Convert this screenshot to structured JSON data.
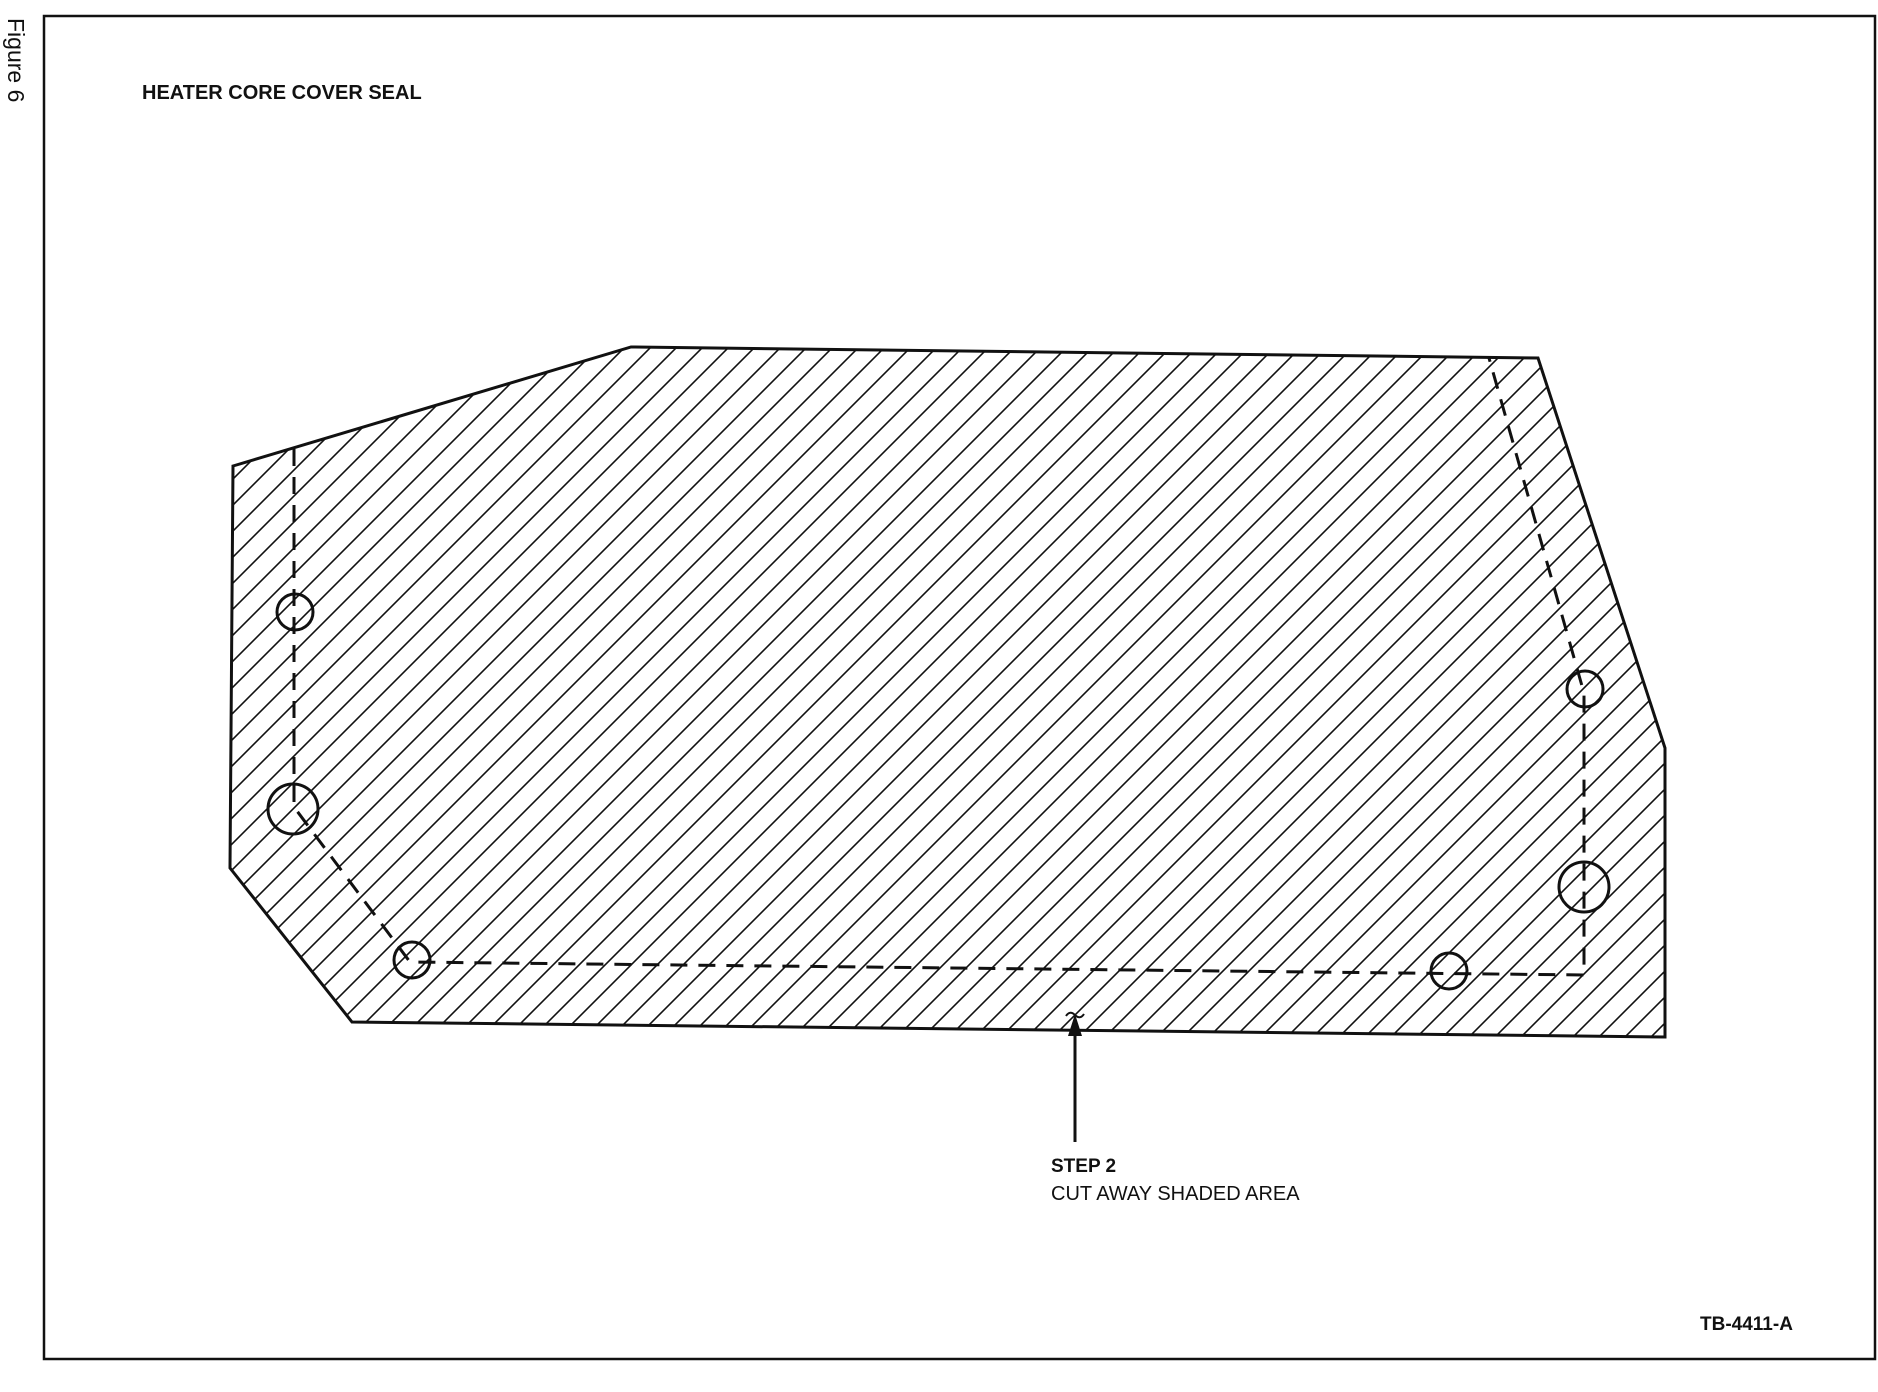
{
  "figure_label": "Figure 6",
  "title": "HEATER CORE COVER SEAL",
  "callout": {
    "step": "STEP 2",
    "instruction": "CUT AWAY SHADED AREA"
  },
  "reference_code": "TB-4411-A"
}
